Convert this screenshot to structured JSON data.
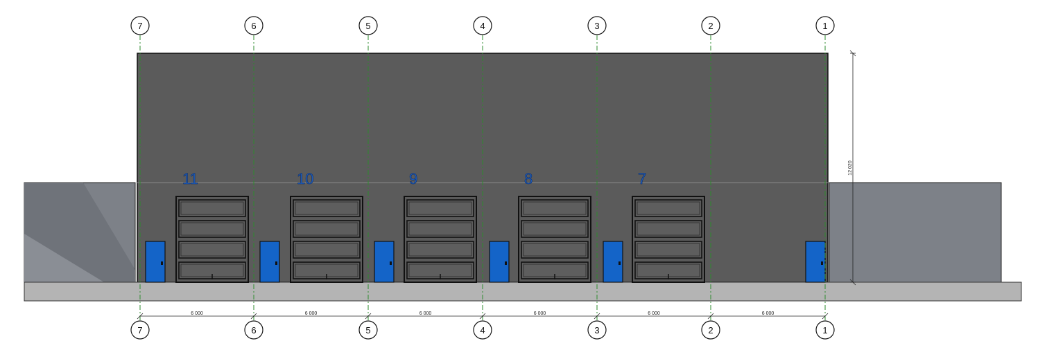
{
  "gridlines": [
    "7",
    "6",
    "5",
    "4",
    "3",
    "2",
    "1"
  ],
  "bay_dimensions": [
    "6 000",
    "6 000",
    "6 000",
    "6 000",
    "6 000",
    "6 000"
  ],
  "height_dimension": "12 020",
  "unit_numbers": [
    "11",
    "10",
    "9",
    "8",
    "7"
  ],
  "colors": {
    "main_wall": "#5b5b5b",
    "side_wing": "#7d8188",
    "ground": "#b4b4b4",
    "door": "#1464c8",
    "gridline": "#2e8b2e",
    "unit_number": "#1f5fbf"
  }
}
